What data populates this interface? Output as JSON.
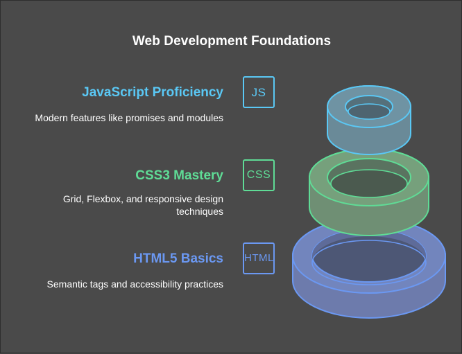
{
  "title": "Web Development Foundations",
  "colors": {
    "background": "#4a4a4a",
    "js": "#5ac8f5",
    "css": "#5fdc96",
    "html": "#6b98f2"
  },
  "levels": [
    {
      "heading": "JavaScript Proficiency",
      "description": "Modern features like promises and modules",
      "icon_label": "JS",
      "icon": "js-badge-icon"
    },
    {
      "heading": "CSS3 Mastery",
      "description": "Grid, Flexbox, and responsive design techniques",
      "icon_label": "CSS",
      "icon": "css-badge-icon"
    },
    {
      "heading": "HTML5 Basics",
      "description": "Semantic tags and accessibility practices",
      "icon_label": "HTML",
      "icon": "html-badge-icon"
    }
  ]
}
